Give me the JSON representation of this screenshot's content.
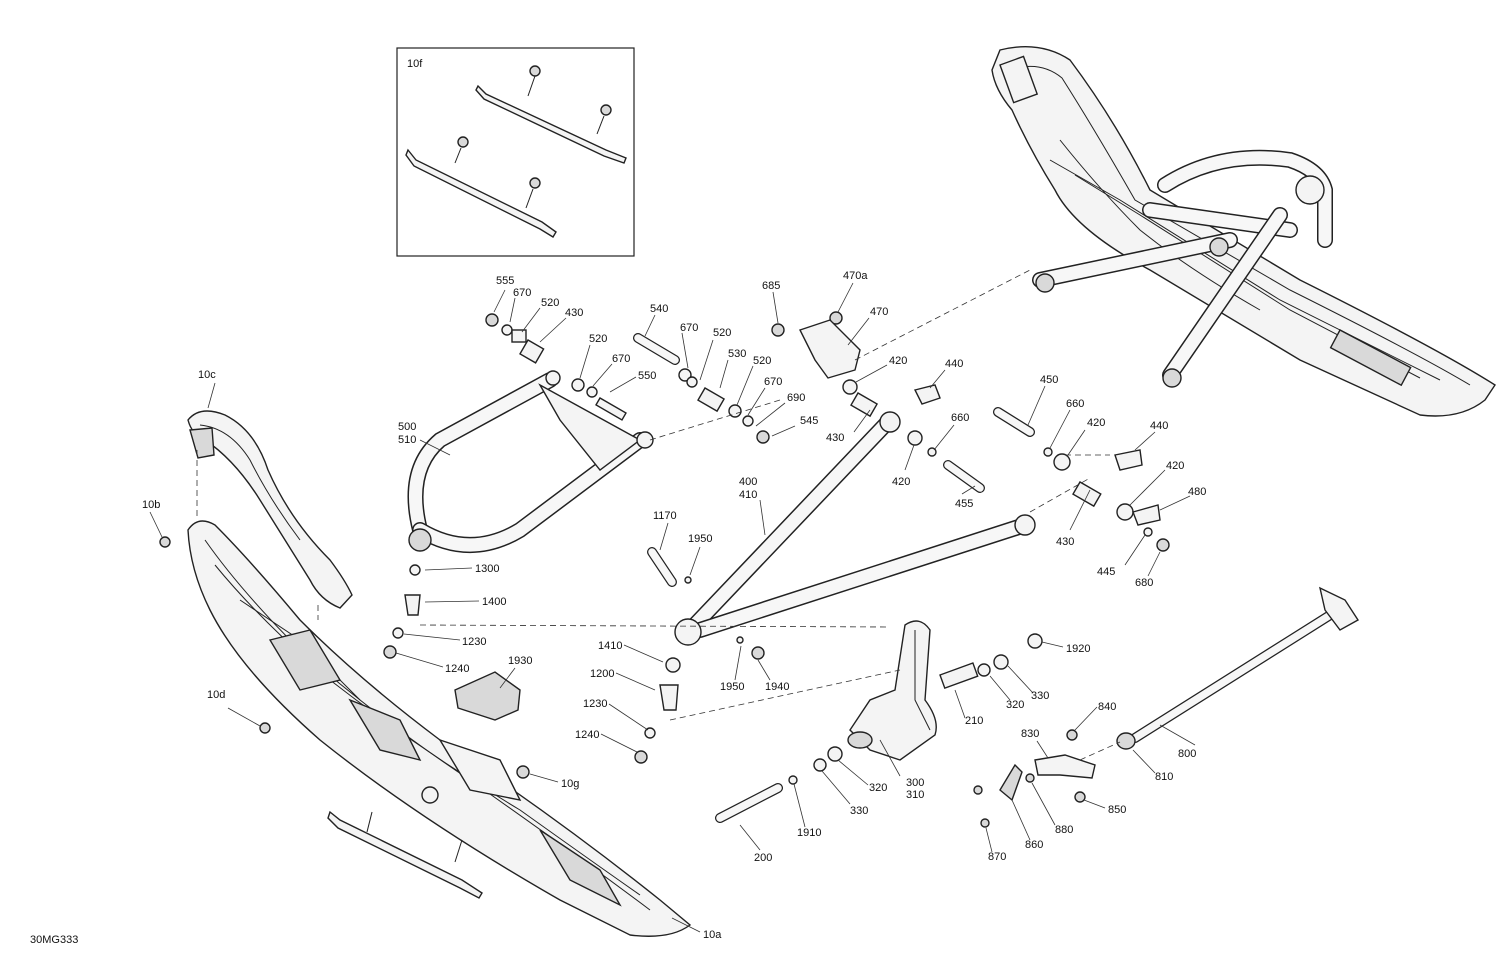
{
  "diagram_code": "30MG333",
  "inset_label": "10f",
  "callouts": [
    {
      "id": "c-10f",
      "text": "10f"
    },
    {
      "id": "c-555",
      "text": "555"
    },
    {
      "id": "c-670a",
      "text": "670"
    },
    {
      "id": "c-520a",
      "text": "520"
    },
    {
      "id": "c-430a",
      "text": "430"
    },
    {
      "id": "c-520b",
      "text": "520"
    },
    {
      "id": "c-670b",
      "text": "670"
    },
    {
      "id": "c-550",
      "text": "550"
    },
    {
      "id": "c-540",
      "text": "540"
    },
    {
      "id": "c-670c",
      "text": "670"
    },
    {
      "id": "c-520c",
      "text": "520"
    },
    {
      "id": "c-530",
      "text": "530"
    },
    {
      "id": "c-520d",
      "text": "520"
    },
    {
      "id": "c-670d",
      "text": "670"
    },
    {
      "id": "c-690",
      "text": "690"
    },
    {
      "id": "c-545",
      "text": "545"
    },
    {
      "id": "c-685",
      "text": "685"
    },
    {
      "id": "c-470a",
      "text": "470a"
    },
    {
      "id": "c-470",
      "text": "470"
    },
    {
      "id": "c-420a",
      "text": "420"
    },
    {
      "id": "c-440a",
      "text": "440"
    },
    {
      "id": "c-430b",
      "text": "430"
    },
    {
      "id": "c-660a",
      "text": "660"
    },
    {
      "id": "c-420b",
      "text": "420"
    },
    {
      "id": "c-455",
      "text": "455"
    },
    {
      "id": "c-450",
      "text": "450"
    },
    {
      "id": "c-660b",
      "text": "660"
    },
    {
      "id": "c-420c",
      "text": "420"
    },
    {
      "id": "c-440b",
      "text": "440"
    },
    {
      "id": "c-420d",
      "text": "420"
    },
    {
      "id": "c-480",
      "text": "480"
    },
    {
      "id": "c-430c",
      "text": "430"
    },
    {
      "id": "c-445",
      "text": "445"
    },
    {
      "id": "c-680",
      "text": "680"
    },
    {
      "id": "c-10c",
      "text": "10c"
    },
    {
      "id": "c-500",
      "text": "500"
    },
    {
      "id": "c-510",
      "text": "510"
    },
    {
      "id": "c-400",
      "text": "400"
    },
    {
      "id": "c-410",
      "text": "410"
    },
    {
      "id": "c-10b",
      "text": "10b"
    },
    {
      "id": "c-1170",
      "text": "1170"
    },
    {
      "id": "c-1950a",
      "text": "1950"
    },
    {
      "id": "c-1300",
      "text": "1300"
    },
    {
      "id": "c-1400",
      "text": "1400"
    },
    {
      "id": "c-1230a",
      "text": "1230"
    },
    {
      "id": "c-1240a",
      "text": "1240"
    },
    {
      "id": "c-1930",
      "text": "1930"
    },
    {
      "id": "c-1410",
      "text": "1410"
    },
    {
      "id": "c-1200",
      "text": "1200"
    },
    {
      "id": "c-1950b",
      "text": "1950"
    },
    {
      "id": "c-1940",
      "text": "1940"
    },
    {
      "id": "c-1230b",
      "text": "1230"
    },
    {
      "id": "c-1240b",
      "text": "1240"
    },
    {
      "id": "c-10d",
      "text": "10d"
    },
    {
      "id": "c-10g",
      "text": "10g"
    },
    {
      "id": "c-1920",
      "text": "1920"
    },
    {
      "id": "c-330a",
      "text": "330"
    },
    {
      "id": "c-320a",
      "text": "320"
    },
    {
      "id": "c-210",
      "text": "210"
    },
    {
      "id": "c-800",
      "text": "800"
    },
    {
      "id": "c-840",
      "text": "840"
    },
    {
      "id": "c-830",
      "text": "830"
    },
    {
      "id": "c-810",
      "text": "810"
    },
    {
      "id": "c-320b",
      "text": "320"
    },
    {
      "id": "c-300",
      "text": "300"
    },
    {
      "id": "c-310",
      "text": "310"
    },
    {
      "id": "c-330b",
      "text": "330"
    },
    {
      "id": "c-1910",
      "text": "1910"
    },
    {
      "id": "c-200",
      "text": "200"
    },
    {
      "id": "c-850",
      "text": "850"
    },
    {
      "id": "c-880",
      "text": "880"
    },
    {
      "id": "c-860",
      "text": "860"
    },
    {
      "id": "c-870",
      "text": "870"
    },
    {
      "id": "c-10a",
      "text": "10a"
    }
  ]
}
